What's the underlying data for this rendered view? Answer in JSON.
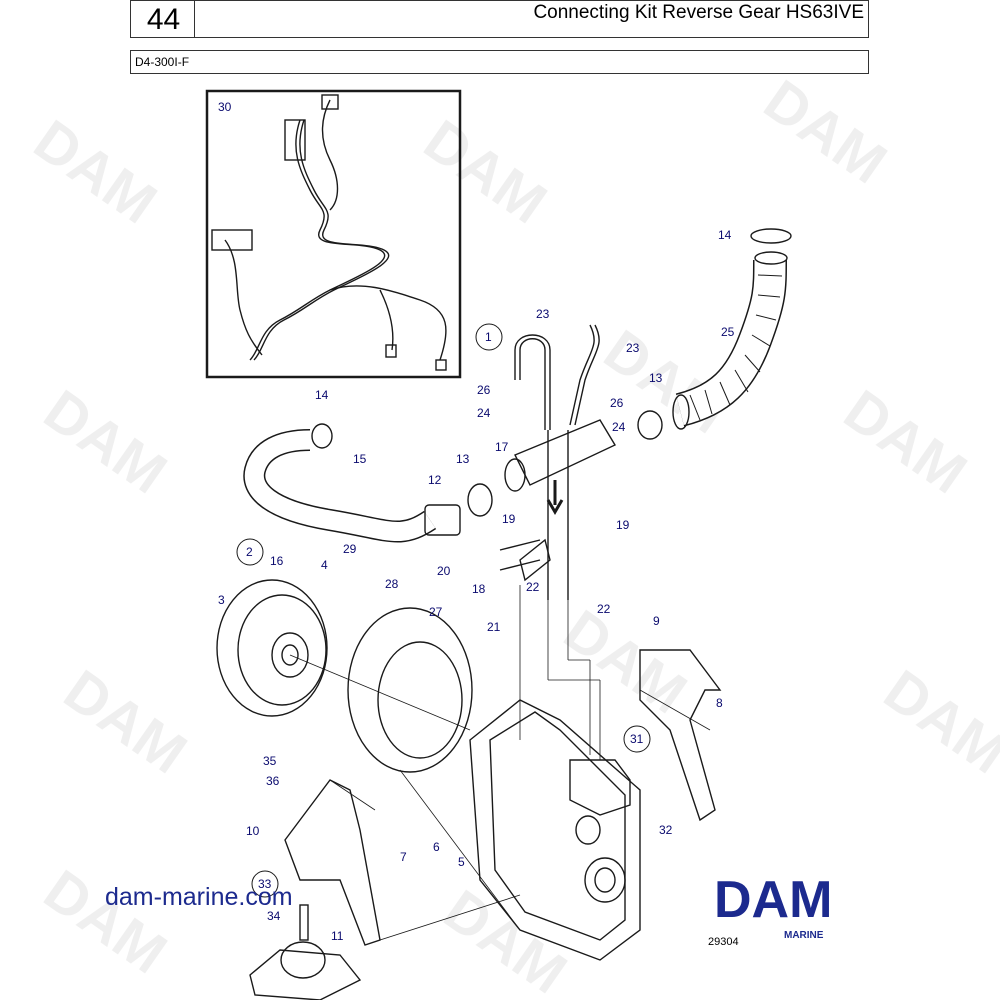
{
  "header": {
    "page_number": "44",
    "title": "Connecting Kit Reverse Gear HS63IVE",
    "model": "D4-300I-F"
  },
  "watermark_text": "DAM",
  "footer": {
    "url": "dam-marine.com",
    "figure_number": "29304",
    "logo_text": "DAM",
    "logo_subtext": "MARINE"
  },
  "colors": {
    "callout": "#0a0a6e",
    "brand_blue": "#1c2a8e",
    "line": "#1a1a1a"
  },
  "callouts": [
    "1",
    "2",
    "3",
    "4",
    "5",
    "6",
    "7",
    "8",
    "9",
    "10",
    "11",
    "12",
    "13",
    "13",
    "14",
    "14",
    "15",
    "16",
    "17",
    "18",
    "19",
    "19",
    "20",
    "21",
    "22",
    "22",
    "23",
    "23",
    "24",
    "24",
    "25",
    "26",
    "26",
    "27",
    "28",
    "29",
    "30",
    "31",
    "32",
    "33",
    "34",
    "35",
    "36"
  ]
}
